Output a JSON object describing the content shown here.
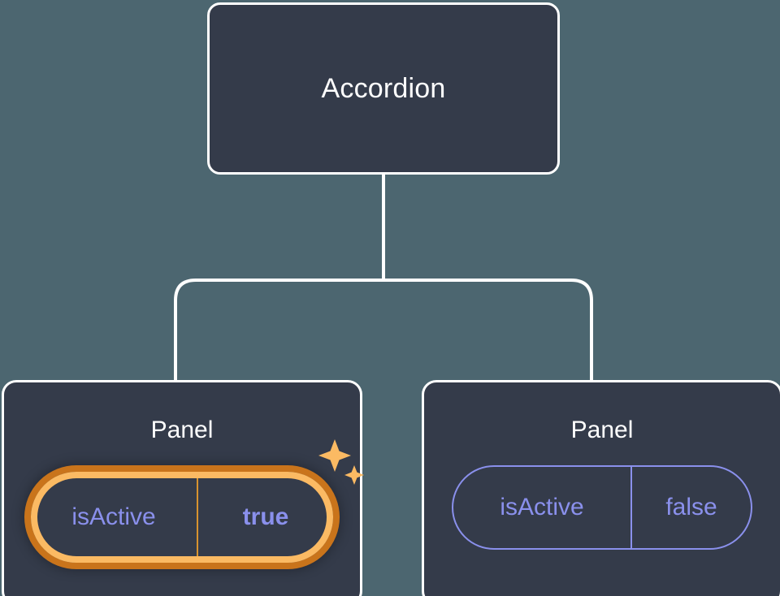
{
  "canvas": {
    "background_color": "#4c6670",
    "node_fill_color": "#343b4a",
    "node_border_color": "#ffffff",
    "connector_color": "#ffffff",
    "prop_text_color": "#8a90ec",
    "highlight_outer_color": "#c9741b",
    "highlight_inner_color": "#fbba63",
    "sparkle_color": "#fbba63"
  },
  "tree": {
    "root": {
      "title": "Accordion"
    },
    "children": [
      {
        "title": "Panel",
        "highlighted": true,
        "prop": {
          "key": "isActive",
          "value": "true"
        },
        "sparkle_icon": "sparkles-icon"
      },
      {
        "title": "Panel",
        "highlighted": false,
        "prop": {
          "key": "isActive",
          "value": "false"
        }
      }
    ]
  }
}
